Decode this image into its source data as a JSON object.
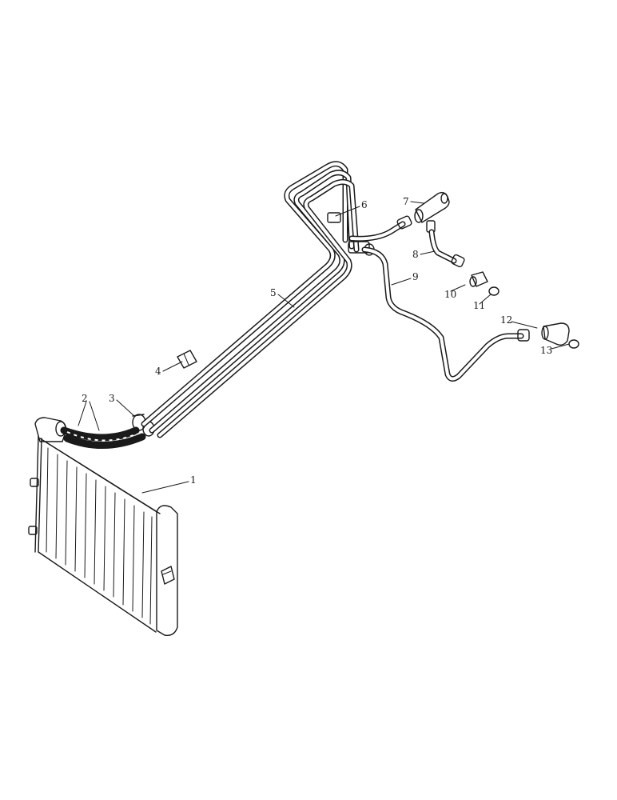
{
  "callouts": {
    "c1": "1",
    "c2": "2",
    "c3": "3",
    "c4": "4",
    "c5": "5",
    "c6": "6",
    "c7": "7",
    "c8": "8",
    "c9": "9",
    "c10": "10",
    "c11": "11",
    "c12": "12",
    "c13": "13"
  },
  "colors": {
    "ink": "#1a1a1a",
    "paper": "#ffffff"
  }
}
